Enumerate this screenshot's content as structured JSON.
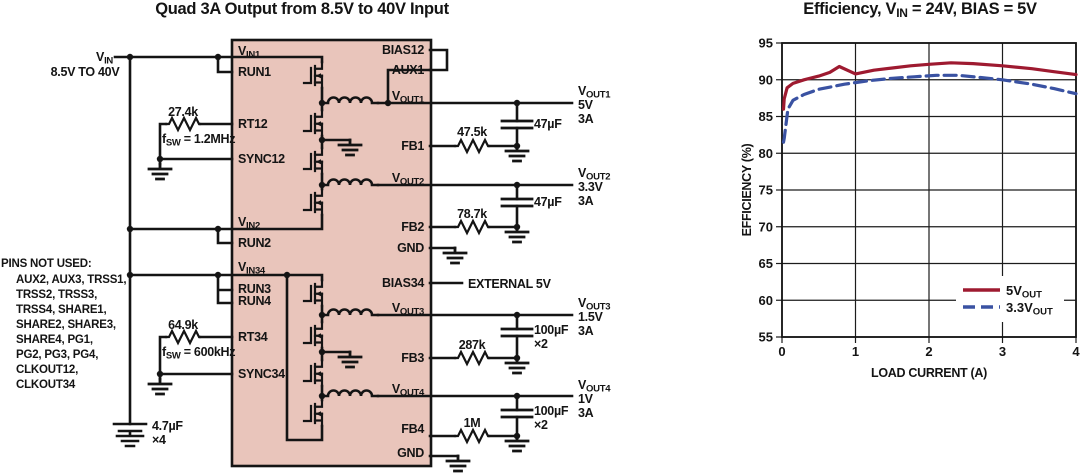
{
  "schematic": {
    "title": "Quad 3A Output from 8.5V to 40V Input",
    "ic_fill": "#e9c5bb",
    "input": {
      "pre": "V",
      "sub": "IN",
      "range": "8.5V TO 40V"
    },
    "rt12": {
      "value": "27.4k",
      "f_pre": "f",
      "f_sub": "SW",
      "f_post": " = 1.2MHz"
    },
    "rt34": {
      "value": "64.9k",
      "f_pre": "f",
      "f_sub": "SW",
      "f_post": " = 600kHz"
    },
    "input_cap": {
      "value": "4.7µF",
      "mult": "×4"
    },
    "pins_not_used": {
      "header": "PINS NOT USED:",
      "lines": [
        "AUX2, AUX3, TRSS1,",
        "TRSS2, TRSS3,",
        "TRSS4, SHARE1,",
        "SHARE2, SHARE3,",
        "SHARE4, PG1,",
        "PG2, PG3, PG4,",
        "CLKOUT12,",
        "CLKOUT34"
      ]
    },
    "left_pins": [
      {
        "pre": "V",
        "sub": "IN1"
      },
      {
        "pre": "RUN1",
        "sub": ""
      },
      {
        "pre": "RT12",
        "sub": ""
      },
      {
        "pre": "SYNC12",
        "sub": ""
      },
      {
        "pre": "V",
        "sub": "IN2"
      },
      {
        "pre": "RUN2",
        "sub": ""
      },
      {
        "pre": "V",
        "sub": "IN34"
      },
      {
        "pre": "RUN3",
        "sub": ""
      },
      {
        "pre": "RUN4",
        "sub": ""
      },
      {
        "pre": "RT34",
        "sub": ""
      },
      {
        "pre": "SYNC34",
        "sub": ""
      }
    ],
    "right_pins": [
      {
        "pre": "BIAS12",
        "sub": ""
      },
      {
        "pre": "AUX1",
        "sub": ""
      },
      {
        "pre": "V",
        "sub": "OUT1"
      },
      {
        "pre": "FB1",
        "sub": ""
      },
      {
        "pre": "V",
        "sub": "OUT2"
      },
      {
        "pre": "FB2",
        "sub": ""
      },
      {
        "pre": "GND",
        "sub": ""
      },
      {
        "pre": "BIAS34",
        "sub": ""
      },
      {
        "pre": "V",
        "sub": "OUT3"
      },
      {
        "pre": "FB3",
        "sub": ""
      },
      {
        "pre": "V",
        "sub": "OUT4"
      },
      {
        "pre": "FB4",
        "sub": ""
      },
      {
        "pre": "GND",
        "sub": ""
      }
    ],
    "bias34_note": "EXTERNAL 5V",
    "outputs": [
      {
        "name_pre": "V",
        "name_sub": "OUT1",
        "volts": "5V",
        "amps": "3A",
        "fb_res": "47.5k",
        "cap_value": "47µF",
        "cap_mult": ""
      },
      {
        "name_pre": "V",
        "name_sub": "OUT2",
        "volts": "3.3V",
        "amps": "3A",
        "fb_res": "78.7k",
        "cap_value": "47µF",
        "cap_mult": ""
      },
      {
        "name_pre": "V",
        "name_sub": "OUT3",
        "volts": "1.5V",
        "amps": "3A",
        "fb_res": "287k",
        "cap_value": "100µF",
        "cap_mult": "×2"
      },
      {
        "name_pre": "V",
        "name_sub": "OUT4",
        "volts": "1V",
        "amps": "3A",
        "fb_res": "1M",
        "cap_value": "100µF",
        "cap_mult": "×2"
      }
    ]
  },
  "chart_data": {
    "type": "line",
    "title": "Efficiency, VIN = 24V, BIAS = 5V",
    "title_parts": {
      "pre": "Efficiency, V",
      "sub": "IN",
      "post": " = 24V, BIAS = 5V"
    },
    "xlabel": "LOAD CURRENT (A)",
    "ylabel": "EFFICIENCY (%)",
    "xlim": [
      0,
      4
    ],
    "ylim": [
      55,
      95
    ],
    "xticks": [
      0,
      1,
      2,
      3,
      4
    ],
    "yticks": [
      55,
      60,
      65,
      70,
      75,
      80,
      85,
      90,
      95
    ],
    "grid": true,
    "legend_position": "lower right",
    "series": [
      {
        "name": "5VOUT",
        "label_pre": "5V",
        "label_sub": "OUT",
        "color": "#9e1a30",
        "style": "solid",
        "x": [
          0.02,
          0.03,
          0.07,
          0.15,
          0.3,
          0.5,
          0.65,
          0.78,
          1.0,
          1.25,
          1.5,
          1.75,
          2.0,
          2.3,
          2.6,
          3.0,
          3.4,
          3.7,
          4.0
        ],
        "y": [
          86.0,
          87.4,
          88.9,
          89.5,
          90.0,
          90.5,
          91.0,
          91.8,
          90.8,
          91.3,
          91.6,
          91.9,
          92.1,
          92.3,
          92.2,
          91.9,
          91.5,
          91.1,
          90.7
        ]
      },
      {
        "name": "3.3VOUT",
        "label_pre": "3.3V",
        "label_sub": "OUT",
        "color": "#3a52a2",
        "style": "dashed",
        "x": [
          0.02,
          0.03,
          0.08,
          0.15,
          0.3,
          0.5,
          0.85,
          1.2,
          1.5,
          1.8,
          2.1,
          2.4,
          2.7,
          3.0,
          3.4,
          3.7,
          4.0
        ],
        "y": [
          81.5,
          82.0,
          86.0,
          87.2,
          88.0,
          88.7,
          89.4,
          89.9,
          90.2,
          90.4,
          90.6,
          90.6,
          90.3,
          90.0,
          89.4,
          88.8,
          88.1
        ]
      }
    ]
  }
}
